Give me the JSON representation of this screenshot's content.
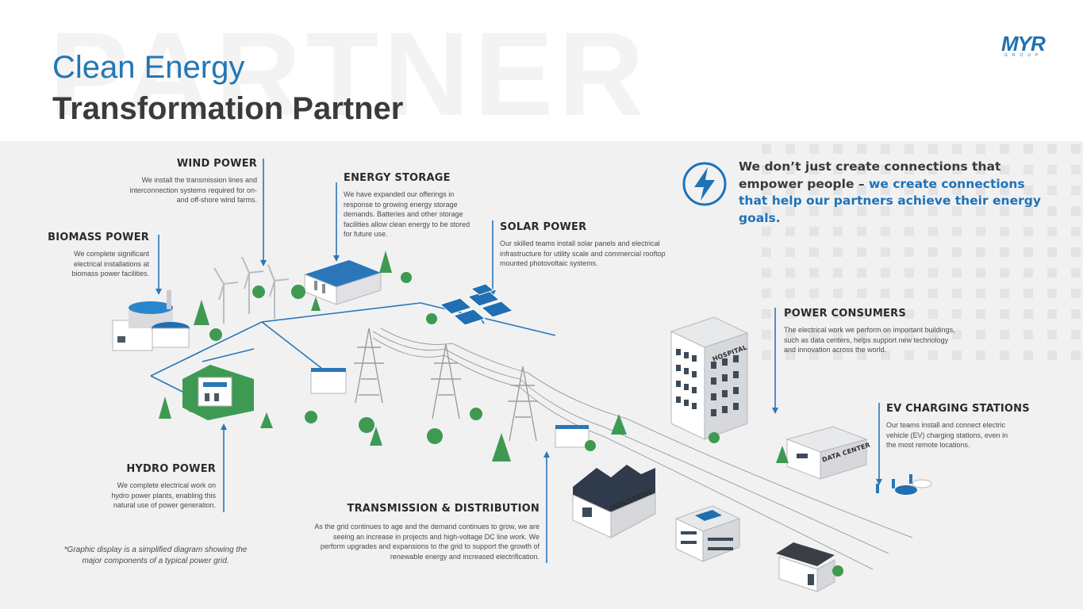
{
  "watermark": "PARTNER",
  "title_line1": "Clean Energy",
  "title_line2": "Transformation Partner",
  "logo": {
    "main": "MYR",
    "sub": "GROUP"
  },
  "colors": {
    "brand_blue": "#1e72b8",
    "text_dark": "#3b3b3d",
    "panel_bg": "#f1f1f2"
  },
  "quote": {
    "icon": "lightning-bolt-icon",
    "lead": "We don’t just create connections that empower people – ",
    "highlight": "we create connections that help our partners achieve their energy goals."
  },
  "sections": {
    "wind": {
      "heading": "WIND POWER",
      "body": "We install the transmission lines and interconnection systems required for on- and off-shore wind farms."
    },
    "storage": {
      "heading": "ENERGY STORAGE",
      "body": "We have expanded our offerings in response to growing energy storage demands. Batteries and other storage facilities allow clean energy to be stored for future use."
    },
    "solar": {
      "heading": "SOLAR POWER",
      "body": "Our skilled teams install solar panels and electrical infrastructure for utility scale and commercial rooftop mounted photovoltaic systems."
    },
    "biomass": {
      "heading": "BIOMASS POWER",
      "body": "We complete significant electrical installations at biomass power facilities."
    },
    "consumers": {
      "heading": "POWER CONSUMERS",
      "body": "The electrical work we perform on important buildings, such as data centers, helps support new technology and innovation across the world."
    },
    "ev": {
      "heading": "EV CHARGING STATIONS",
      "body": "Our teams install and connect electric vehicle (EV) charging stations, even in the most remote locations."
    },
    "hydro": {
      "heading": "HYDRO POWER",
      "body": "We complete electrical work on hydro power plants, enabling this natural use of power generation."
    },
    "transmission": {
      "heading": "TRANSMISSION & DISTRIBUTION",
      "body": "As the grid continues to age and the demand continues to grow, we are seeing an increase in projects and high-voltage DC line work. We perform upgrades and expansions to the grid to support the growth of renewable energy and increased electrification."
    }
  },
  "building_labels": {
    "hospital": "HOSPITAL",
    "data_center": "DATA CENTER",
    "industrial": "INDUSTRIAL"
  },
  "footnote": "*Graphic display is a simplified diagram showing the major components of a typical power grid."
}
